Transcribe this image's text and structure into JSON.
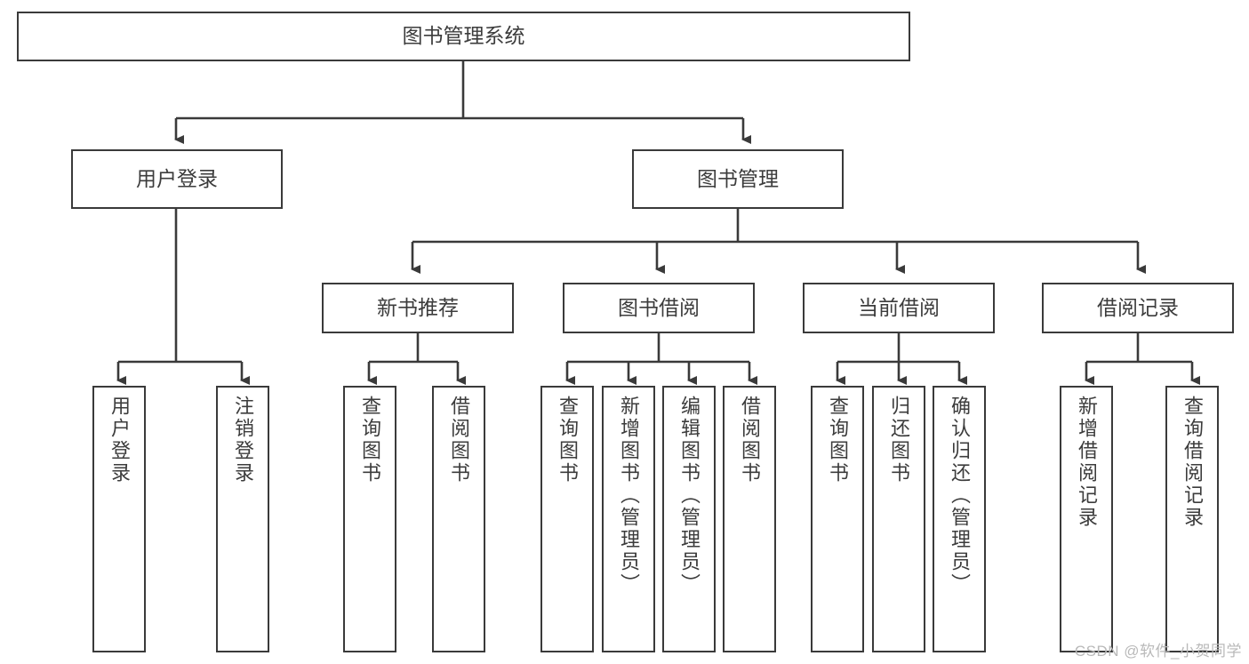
{
  "diagram": {
    "type": "tree",
    "title": "图书管理系统",
    "root": {
      "label": "图书管理系统"
    },
    "level2": [
      {
        "label": "用户登录"
      },
      {
        "label": "图书管理"
      }
    ],
    "level3": [
      {
        "label": "新书推荐"
      },
      {
        "label": "图书借阅"
      },
      {
        "label": "当前借阅"
      },
      {
        "label": "借阅记录"
      }
    ],
    "leaves": {
      "user_login": [
        {
          "label": "用户登录"
        },
        {
          "label": "注销登录"
        }
      ],
      "new_book": [
        {
          "label": "查询图书"
        },
        {
          "label": "借阅图书"
        }
      ],
      "book_borrow": [
        {
          "label": "查询图书"
        },
        {
          "label": "新增图书（管理员）"
        },
        {
          "label": "编辑图书（管理员）"
        },
        {
          "label": "借阅图书"
        }
      ],
      "current_borrow": [
        {
          "label": "查询图书"
        },
        {
          "label": "归还图书"
        },
        {
          "label": "确认归还（管理员）"
        }
      ],
      "borrow_record": [
        {
          "label": "新增借阅记录"
        },
        {
          "label": "查询借阅记录"
        }
      ]
    }
  },
  "watermark": {
    "text": "CSDN @软件_小贺同学"
  },
  "colors": {
    "border": "#3a3a3a",
    "text": "#3c3c3c",
    "background": "#ffffff",
    "watermark": "#b9b9b9"
  }
}
